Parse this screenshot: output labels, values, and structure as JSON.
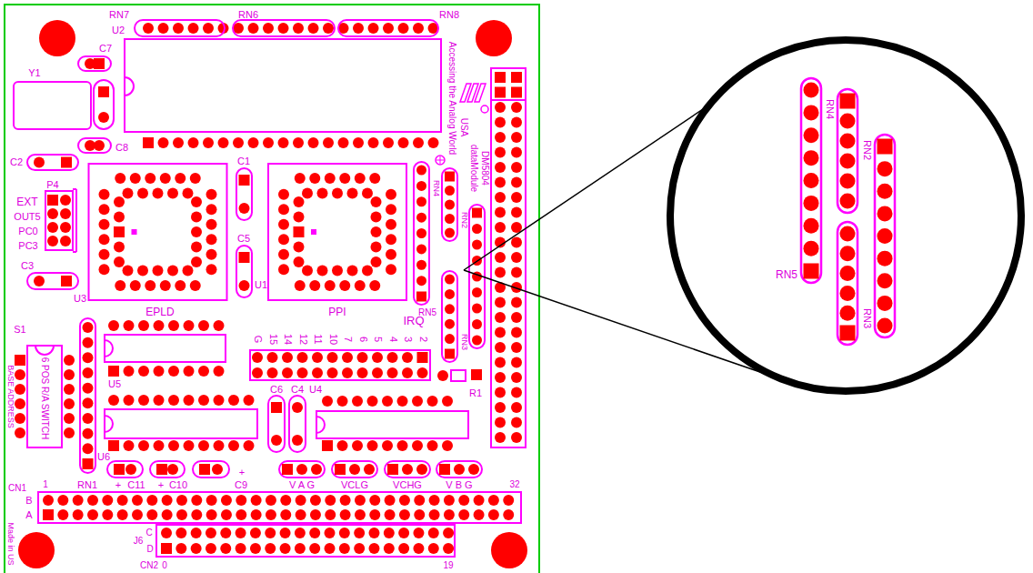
{
  "diagram": {
    "nodes": [
      {
        "text": [
          "RN5"
        ]
      },
      {
        "text": [
          "RN4"
        ]
      },
      {
        "text": [
          "RN2"
        ]
      },
      {
        "text": [
          "RN3"
        ]
      }
    ],
    "labels": [
      "RN7",
      "RN6",
      "RN8",
      "U2",
      "C7",
      "Y1",
      "Accessing the Analog World",
      "USA",
      "dataModule",
      "DM5804",
      "C8",
      "C2",
      "C1",
      "P4",
      "EXT",
      "OUT5",
      "PC0",
      "PC3",
      "C5",
      "RN4",
      "RN2",
      "C3",
      "U1",
      "U3",
      "RN5",
      "EPLD",
      "PPI",
      "IRQ",
      "G",
      "15",
      "14",
      "12",
      "11",
      "10",
      "7",
      "6",
      "5",
      "4",
      "3",
      "2",
      "RN3",
      "S1",
      "6 POS R/A SWITCH",
      "BASE ADDRESS",
      "U5",
      "R1",
      "C6",
      "C4",
      "U4",
      "U6",
      "RN1",
      "+",
      "C11",
      "+",
      "C10",
      "C9",
      "+",
      "V A G",
      "VCLG",
      "VCHG",
      "V B G",
      "CN1",
      "1",
      "32",
      "B",
      "A",
      "Made in US",
      "C",
      "J6",
      "D",
      "CN2",
      "0",
      "19"
    ]
  }
}
